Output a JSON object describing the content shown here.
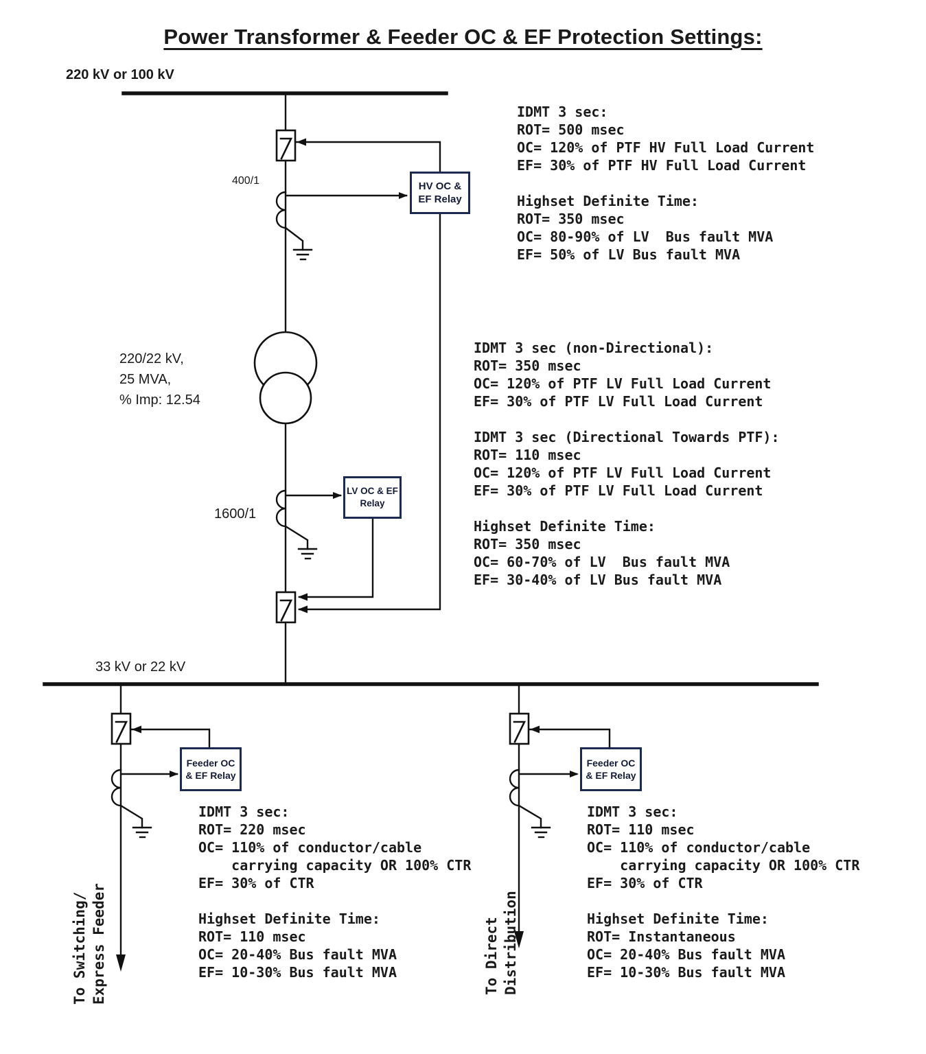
{
  "title": "Power Transformer & Feeder OC & EF Protection Settings:",
  "buses": {
    "hv_label": "220 kV or 100 kV",
    "lv_label": "33 kV or 22 kV"
  },
  "transformer": {
    "label": "220/22 kV,\n25 MVA,\n% Imp: 12.54"
  },
  "cts": {
    "hv_ratio": "400/1",
    "lv_ratio": "1600/1"
  },
  "relays": {
    "hv": "HV OC &\nEF Relay",
    "lv": "LV OC & EF\nRelay",
    "feeder_left": "Feeder OC\n& EF Relay",
    "feeder_right": "Feeder OC\n& EF Relay"
  },
  "settings": {
    "hv_relay": "IDMT 3 sec:\nROT= 500 msec\nOC= 120% of PTF HV Full Load Current\nEF= 30% of PTF HV Full Load Current\n\nHighset Definite Time:\nROT= 350 msec\nOC= 80-90% of LV  Bus fault MVA\nEF= 50% of LV Bus fault MVA",
    "lv_relay": "IDMT 3 sec (non-Directional):\nROT= 350 msec\nOC= 120% of PTF LV Full Load Current\nEF= 30% of PTF LV Full Load Current\n\nIDMT 3 sec (Directional Towards PTF):\nROT= 110 msec\nOC= 120% of PTF LV Full Load Current\nEF= 30% of PTF LV Full Load Current\n\nHighset Definite Time:\nROT= 350 msec\nOC= 60-70% of LV  Bus fault MVA\nEF= 30-40% of LV Bus fault MVA",
    "feeder_left": "IDMT 3 sec:\nROT= 220 msec\nOC= 110% of conductor/cable\n    carrying capacity OR 100% CTR\nEF= 30% of CTR\n\nHighset Definite Time:\nROT= 110 msec\nOC= 20-40% Bus fault MVA\nEF= 10-30% Bus fault MVA",
    "feeder_right": "IDMT 3 sec:\nROT= 110 msec\nOC= 110% of conductor/cable\n    carrying capacity OR 100% CTR\nEF= 30% of CTR\n\nHighset Definite Time:\nROT= Instantaneous\nOC= 20-40% Bus fault MVA\nEF= 10-30% Bus fault MVA"
  },
  "destinations": {
    "left": "To Switching/\nExpress Feeder",
    "right": "To Direct\nDistribution"
  },
  "colors": {
    "line": "#111111",
    "relay_border": "#1c2a52"
  }
}
